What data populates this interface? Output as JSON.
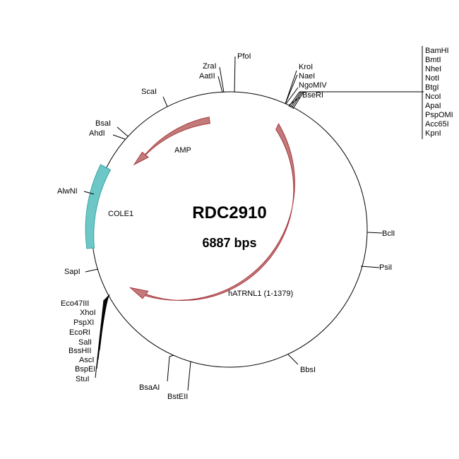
{
  "plasmid": {
    "name": "RDC2910",
    "size_label": "6887 bps"
  },
  "colors": {
    "backbone": "#000000",
    "cds_fill": "#c27a7b",
    "cds_stroke": "#a83a3f",
    "origin_fill": "#6cc7c6",
    "origin_stroke": "#3aa6a6"
  },
  "features": [
    {
      "label": "AMP",
      "type": "cds",
      "direction": "ccw"
    },
    {
      "label": "hATRNL1 (1-1379)",
      "type": "cds",
      "direction": "ccw"
    },
    {
      "label": "COLE1",
      "type": "origin"
    }
  ],
  "sites": [
    {
      "label": "PfoI"
    },
    {
      "label": "ZraI"
    },
    {
      "label": "AatII"
    },
    {
      "label": "ScaI"
    },
    {
      "label": "BsaI"
    },
    {
      "label": "AhdI"
    },
    {
      "label": "AlwNI"
    },
    {
      "label": "SapI"
    },
    {
      "label": "Eco47III"
    },
    {
      "label": "XhoI"
    },
    {
      "label": "PspXI"
    },
    {
      "label": "EcoRI"
    },
    {
      "label": "SalI"
    },
    {
      "label": "BssHII"
    },
    {
      "label": "AscI"
    },
    {
      "label": "BspEI"
    },
    {
      "label": "StuI"
    },
    {
      "label": "BsaAI"
    },
    {
      "label": "BstEII"
    },
    {
      "label": "BbsI"
    },
    {
      "label": "PsiI"
    },
    {
      "label": "BclI"
    },
    {
      "label": "KroI"
    },
    {
      "label": "NaeI"
    },
    {
      "label": "NgoMIV"
    },
    {
      "label": "BseRI"
    },
    {
      "label": "BamHI"
    },
    {
      "label": "BmtI"
    },
    {
      "label": "NheI"
    },
    {
      "label": "NotI"
    },
    {
      "label": "BtgI"
    },
    {
      "label": "NcoI"
    },
    {
      "label": "ApaI"
    },
    {
      "label": "PspOMI"
    },
    {
      "label": "Acc65I"
    },
    {
      "label": "KpnI"
    }
  ]
}
